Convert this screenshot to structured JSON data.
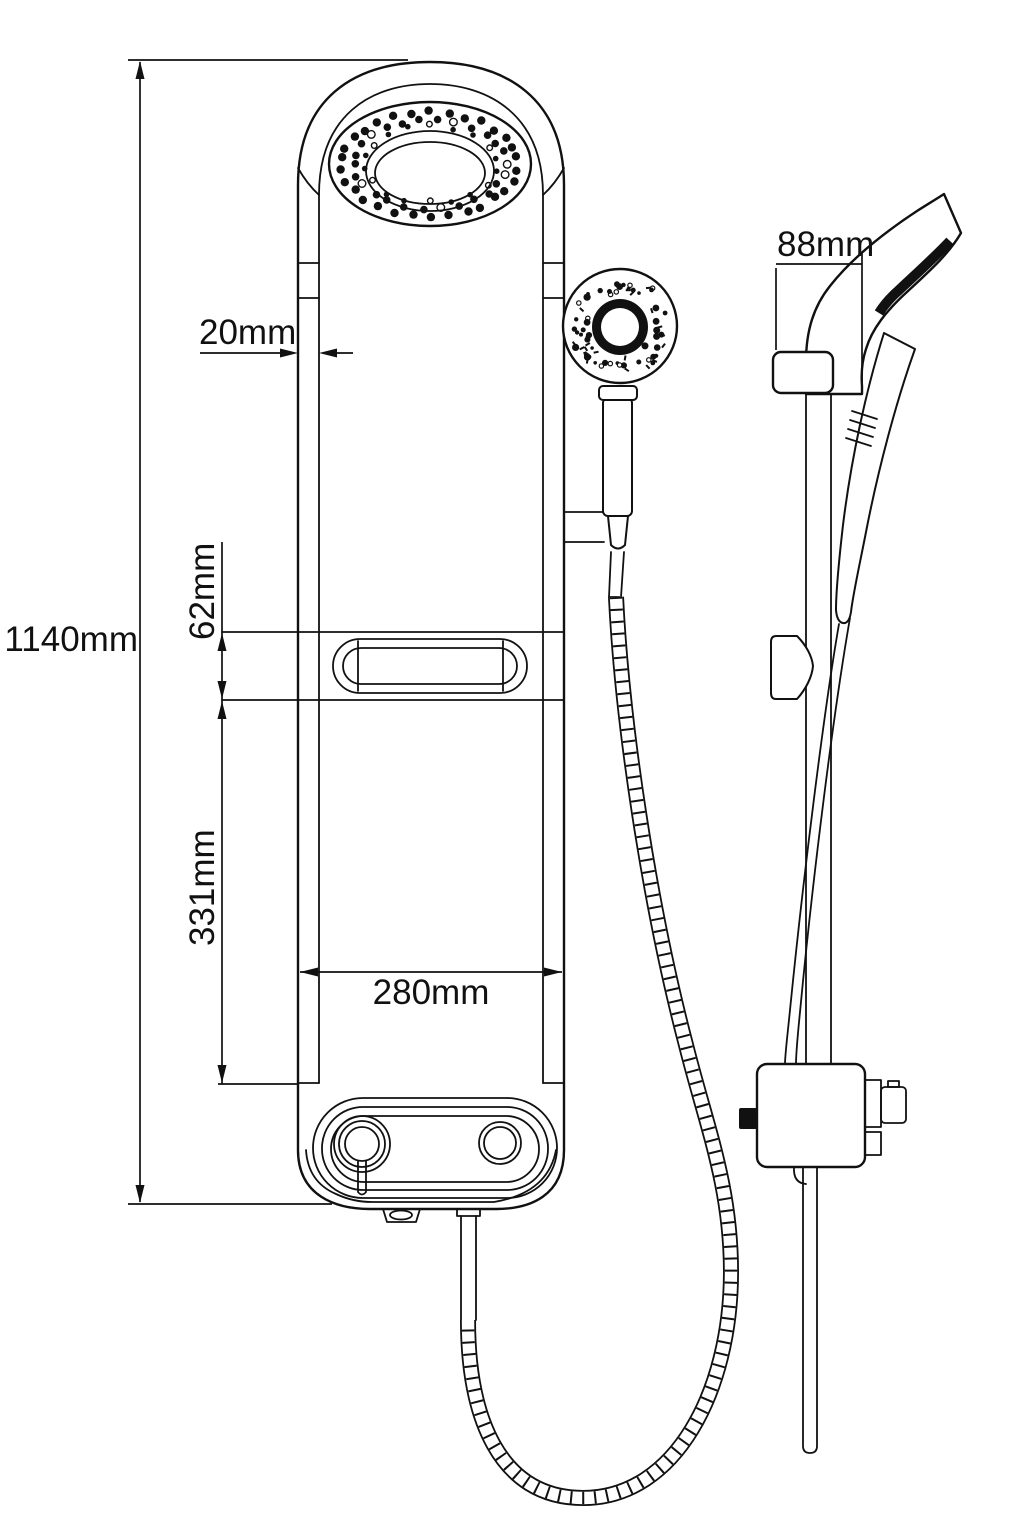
{
  "drawing": {
    "title": "shower panel dimension drawing",
    "colors": {
      "background": "#ffffff",
      "line": "#111111"
    },
    "labels": {
      "total_height": "1140mm",
      "panel_thickness": "20mm",
      "shelf_recess_height": "62mm",
      "shelf_to_base": "331mm",
      "panel_width": "280mm",
      "top_depth": "88mm"
    }
  }
}
